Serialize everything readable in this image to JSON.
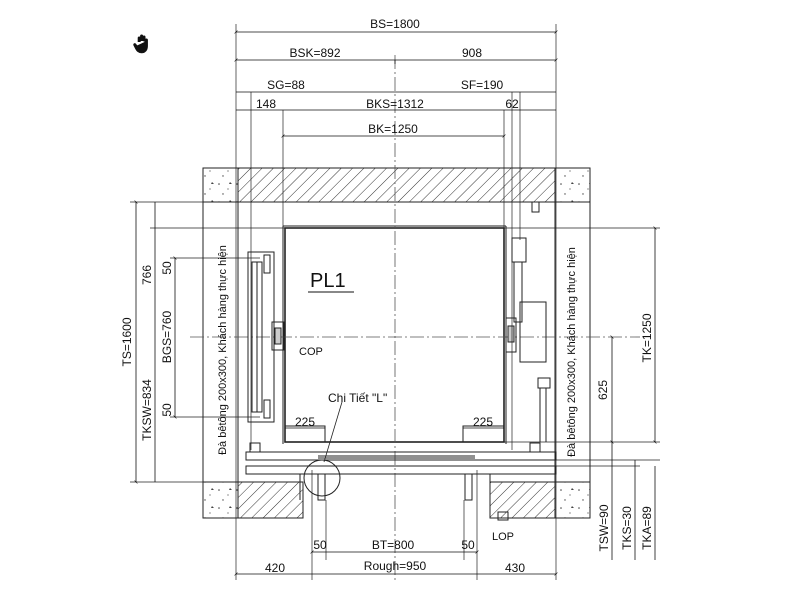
{
  "labels": {
    "bs": "BS=1800",
    "bsk": "BSK=892",
    "bsk_rest": "908",
    "sg": "SG=88",
    "sf": "SF=190",
    "d148": "148",
    "bks": "BKS=1312",
    "d62": "62",
    "bk": "BK=1250",
    "pl1": "PL1",
    "cop": "COP",
    "chi_tiet": "Chi Tiết \"L\"",
    "d225_left": "225",
    "d225_right": "225",
    "bt": "BT=800",
    "d50_bl": "50",
    "d50_br": "50",
    "lop": "LOP",
    "rough": "Rough=950",
    "d420": "420",
    "d430": "430",
    "ts": "TS=1600",
    "tksw": "TKSW=834",
    "d766": "766",
    "bgs": "BGS=760",
    "d50_l1": "50",
    "d50_l2": "50",
    "wall_left": "Đà bêtông 200x300, Khách hàng thực hiện",
    "wall_right": "Đà bêtông 200x300, Khách hàng thực hiện",
    "tk": "TK=1250",
    "d625": "625",
    "tsw": "TSW=90",
    "tks": "TKS=30",
    "tka": "TKA=89"
  },
  "icons": {
    "cursor": "hand-cursor-icon"
  }
}
